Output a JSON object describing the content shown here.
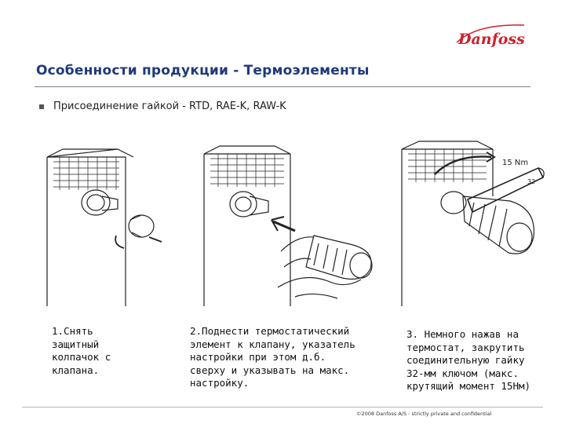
{
  "brand": {
    "logo_text": "Danfoss",
    "color": "#d0202a"
  },
  "header": {
    "title": "Особенности продукции - Термоэлементы",
    "title_color": "#1f3a7a"
  },
  "bullet": {
    "text": "Присоединение гайкой - RTD, RAE-K, RAW-K"
  },
  "steps": [
    {
      "caption": "1.Снять\nзащитный\nколпачок с\nклапана."
    },
    {
      "caption": "2.Поднести термостатический\nэлемент к клапану, указатель\nнастройки при этом д.б.\nсверху и указывать на макс.\nнастройку."
    },
    {
      "caption": "3. Немного нажав на\nтермостат, закрутить\nсоединительную гайку\n32-мм ключом (макс.\nкрутящий момент 15Нм)"
    }
  ],
  "illustration_labels": {
    "torque": "15  Nm",
    "wrench_size": "32"
  },
  "footer": {
    "text": "©2008 Danfoss A/S - strictly private and confidential"
  }
}
